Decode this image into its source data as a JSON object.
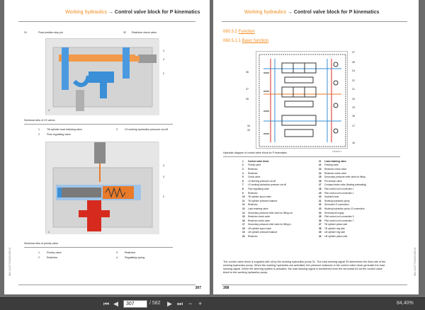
{
  "left_page": {
    "header_section": "Working hydraulics",
    "header_arrow": "→",
    "header_title": "Control valve block for P kinematics",
    "page_number": "307",
    "side_code": "SM-11107/7/04/2012/E/14",
    "fig1_top_labels": [
      "31",
      "Float position stop pin",
      "32",
      "Restrictor check valve"
    ],
    "fig1_callouts": [
      "1",
      "2",
      "3",
      "4"
    ],
    "fig1_code": "CS051C1",
    "fig1_caption": "Sectional view of LS valves",
    "fig1_legend": [
      {
        "n": "1",
        "t": "Tilt cylinder load retaining valve"
      },
      {
        "n": "2",
        "t": "Flow regulating valve"
      },
      {
        "n": "3",
        "t": "LS working hydraulics pressure cut-off"
      }
    ],
    "fig2_callouts": [
      "1",
      "2",
      "3",
      "4"
    ],
    "fig2_code": "CS051C1",
    "fig2_caption": "Sectional view of priority valve",
    "fig2_legend": [
      {
        "n": "1",
        "t": "Priority valve",
        "n2": "3",
        "t2": "Restrictor"
      },
      {
        "n": "2",
        "t": "Restrictor",
        "n2": "4",
        "t2": "Regulating spring"
      }
    ]
  },
  "right_page": {
    "header_section": "Working hydraulics",
    "header_arrow": "→",
    "header_title": "Control valve block for P kinematics",
    "page_number": "308",
    "side_code": "SM-11107/7/04/2012/E/14",
    "section_num": "060.5.2",
    "section_title": "Function",
    "subsection_num": "060.5.2.1",
    "subsection_title": "Basic function",
    "diagram_caption": "Hydraulic diagram of control valve block for P kinematics",
    "diagram_code": "CS051C1",
    "diagram_callouts_left": [
      "36",
      "37",
      "35",
      "34",
      "33"
    ],
    "diagram_callouts_right": [
      "27",
      "26",
      "24",
      "22",
      "21",
      "20",
      "19",
      "18",
      "17",
      "16"
    ],
    "legend": [
      {
        "n": "1",
        "t": "Control valve block",
        "n2": "21",
        "t2": "Load retaining valve"
      },
      {
        "n": "2",
        "t": "Priority valve",
        "n2": "22",
        "t2": "Feeding valve"
      },
      {
        "n": "3",
        "t": "Restrictor",
        "n2": "23",
        "t2": "Restrictor check valve"
      },
      {
        "n": "4",
        "t": "Restrictor",
        "n2": "24",
        "t2": "Restrictor check valve"
      },
      {
        "n": "5",
        "t": "Check valve",
        "n2": "25",
        "t2": "Secondary pressure relief valve for tilting"
      },
      {
        "n": "6",
        "t": "LS steering pressure cut-off",
        "n2": "26",
        "t2": "Pre-tension valve"
      },
      {
        "n": "7",
        "t": "LS working hydraulics pressure cut-off",
        "n2": "27",
        "t2": "Compact brake valve (floating preloading)"
      },
      {
        "n": "8",
        "t": "Flow regulating valve",
        "n2": "28",
        "t2": "Pilot control unit connection 1"
      },
      {
        "n": "9",
        "t": "Restrictor",
        "n2": "29",
        "t2": "Pilot control unit connection L"
      },
      {
        "n": "10",
        "t": "Tilt cylinder spool valve",
        "n2": "30",
        "t2": "Hydraulic tank"
      },
      {
        "n": "11",
        "t": "Tilt cylinder pressure balance",
        "n2": "31",
        "t2": "Working hydraulics pump"
      },
      {
        "n": "12",
        "t": "Restrictor",
        "n2": "32",
        "t2": "Servostat LS connection"
      },
      {
        "n": "13",
        "t": "Load retaining valve",
        "n2": "33",
        "t2": "Working hydraulics pump LS connection"
      },
      {
        "n": "14",
        "t": "Secondary pressure relief valve for lifting out",
        "n2": "34",
        "t2": "Servostat all supply"
      },
      {
        "n": "15",
        "t": "Restrictor check valve",
        "n2": "35",
        "t2": "Pilot control unit connection 5"
      },
      {
        "n": "16",
        "t": "Restrictor check valve",
        "n2": "36",
        "t2": "Pilot control unit connection 7"
      },
      {
        "n": "17",
        "t": "Secondary pressure relief valve for lifting in",
        "n2": "37",
        "t2": "Tilt cylinder piston side"
      },
      {
        "n": "18",
        "t": "Lift cylinder spool valve",
        "n2": "38",
        "t2": "Tilt cylinder ring side"
      },
      {
        "n": "19",
        "t": "Lift cylinder pressure balance",
        "n2": "39",
        "t2": "Lift cylinder ring side"
      },
      {
        "n": "20",
        "t": "Restrictor",
        "n2": "40",
        "t2": "Lift cylinder piston side"
      }
    ],
    "paragraph": "The control valve block is supplied with oil by the working hydraulics pump 31. The load sensing signal 33 determines the flow rate of the working hydraulics pump. When the working hydraulics are activated, the pressure balances in the control valve block generate the load sensing signal. When the steering system is actuated, the load sensing signal is transferred from the servostat 34 via the control valve block to the working hydraulics pump."
  },
  "toolbar": {
    "first_icon": "⏮",
    "prev_icon": "◀",
    "current_page": "307",
    "total_pages": "/ 582",
    "next_icon": "▶",
    "last_icon": "⏭",
    "zoom_out_icon": "−",
    "zoom_in_icon": "+",
    "zoom": "84,40%"
  },
  "colors": {
    "accent": "#f08a1c",
    "hydraulic_blue": "#3a8fd6",
    "hydraulic_orange": "#e87a2a",
    "hydraulic_red": "#d62a1e"
  }
}
